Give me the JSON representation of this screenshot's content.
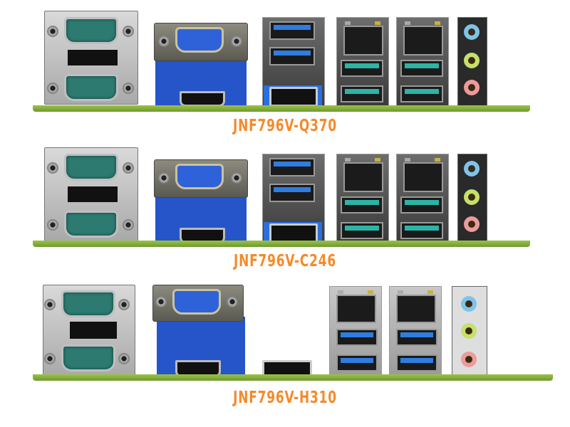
{
  "boards": [
    {
      "model": "JNF796V-Q370",
      "ports": [
        "COM x2 (DB9)",
        "VGA",
        "HDMI",
        "USB 3.0 x2",
        "DisplayPort",
        "LAN + USB x2",
        "LAN + USB x2",
        "Audio x3"
      ]
    },
    {
      "model": "JNF796V-C246",
      "ports": [
        "COM x2 (DB9)",
        "VGA",
        "HDMI",
        "USB 3.0 x2",
        "DisplayPort",
        "LAN + USB x2",
        "LAN + USB x2",
        "Audio x3"
      ]
    },
    {
      "model": "JNF796V-H310",
      "ports": [
        "COM x2 (DB9)",
        "VGA",
        "HDMI",
        "DisplayPort",
        "LAN + USB 3.0 x2",
        "LAN + USB 3.0 x2",
        "Audio x3"
      ]
    }
  ],
  "colors": {
    "label": "#f58a2a",
    "pcb": "#7fa836",
    "com": "#2c7a70",
    "vga": "#2f62d8",
    "usb3": "#2f7de0",
    "usb_teal": "#2bb5a5",
    "audio_blue": "#7ec3ea",
    "audio_green": "#c6e06a",
    "audio_pink": "#ec9b9b"
  }
}
